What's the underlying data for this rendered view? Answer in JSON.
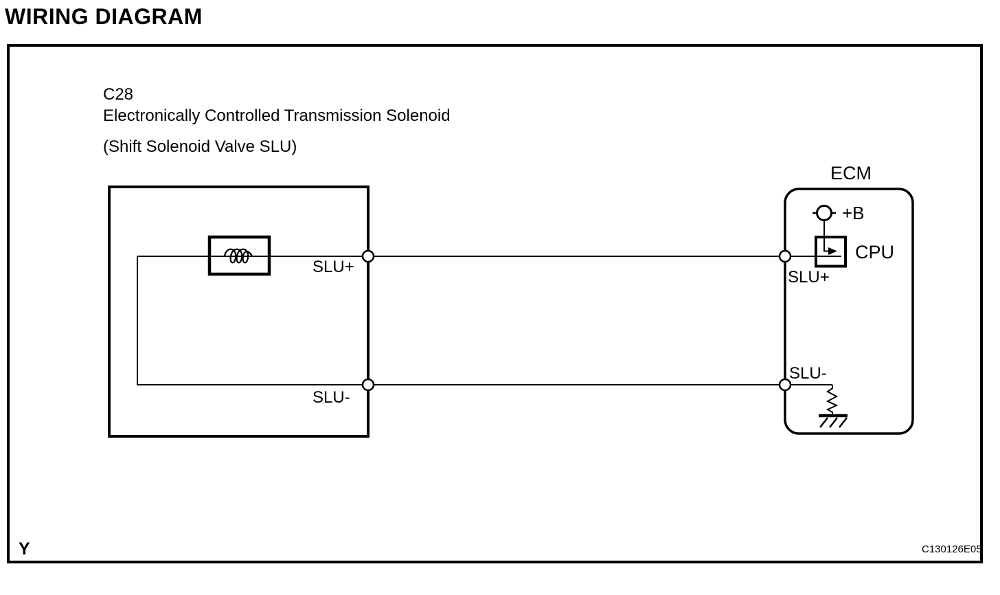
{
  "page": {
    "title": "WIRING DIAGRAM",
    "footer_left": "Y",
    "figure_code": "C130126E05"
  },
  "connector": {
    "id": "C28",
    "name": "Electronically Controlled Transmission Solenoid",
    "variant": "(Shift Solenoid Valve SLU)",
    "pin_positive": "SLU+",
    "pin_negative": "SLU-"
  },
  "ecm": {
    "title": "ECM",
    "power_pin": "+B",
    "processor": "CPU",
    "pin_positive": "SLU+",
    "pin_negative": "SLU-"
  },
  "colors": {
    "line": "#000000",
    "background": "#ffffff"
  }
}
